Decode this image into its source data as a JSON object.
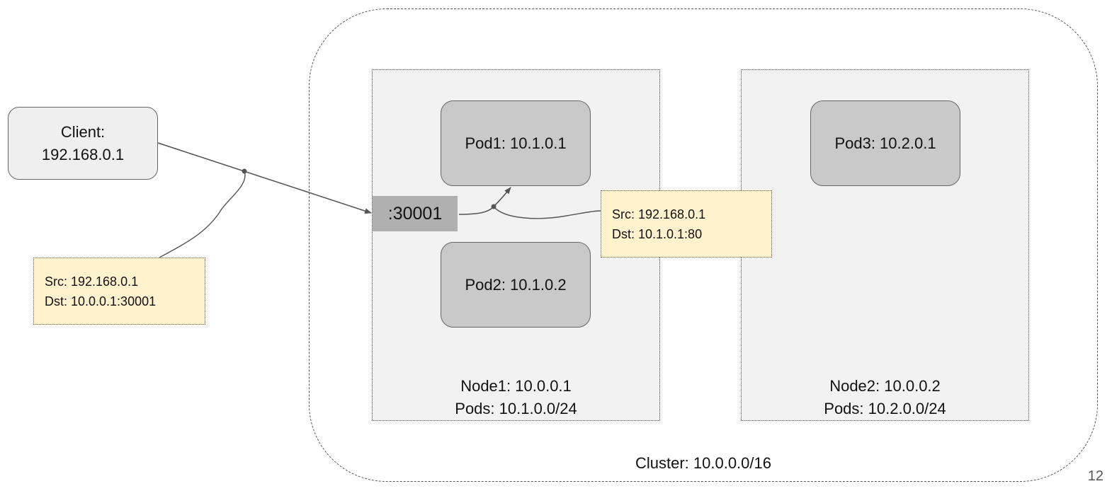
{
  "cluster": {
    "label": "Cluster: 10.0.0.0/16"
  },
  "node1": {
    "line1": "Node1: 10.0.0.1",
    "line2": "Pods: 10.1.0.0/24"
  },
  "node2": {
    "line1": "Node2: 10.0.0.2",
    "line2": "Pods: 10.2.0.0/24"
  },
  "pods": {
    "pod1": "Pod1: 10.1.0.1",
    "pod2": "Pod2: 10.1.0.2",
    "pod3": "Pod3: 10.2.0.1"
  },
  "client": {
    "line1": "Client:",
    "line2": "192.168.0.1"
  },
  "nodeport": {
    "label": ":30001"
  },
  "notes": {
    "client_packet": {
      "src": "Src: 192.168.0.1",
      "dst": "Dst: 10.0.0.1:30001"
    },
    "pod_packet": {
      "src": "Src: 192.168.0.1",
      "dst": "Dst: 10.1.0.1:80"
    }
  },
  "page_number": "12",
  "colors": {
    "node_fill": "#f2f2f2",
    "pod_fill": "#c9c9c9",
    "port_fill": "#b0b0b0",
    "note_fill": "#fff2cc",
    "line": "#555555"
  }
}
